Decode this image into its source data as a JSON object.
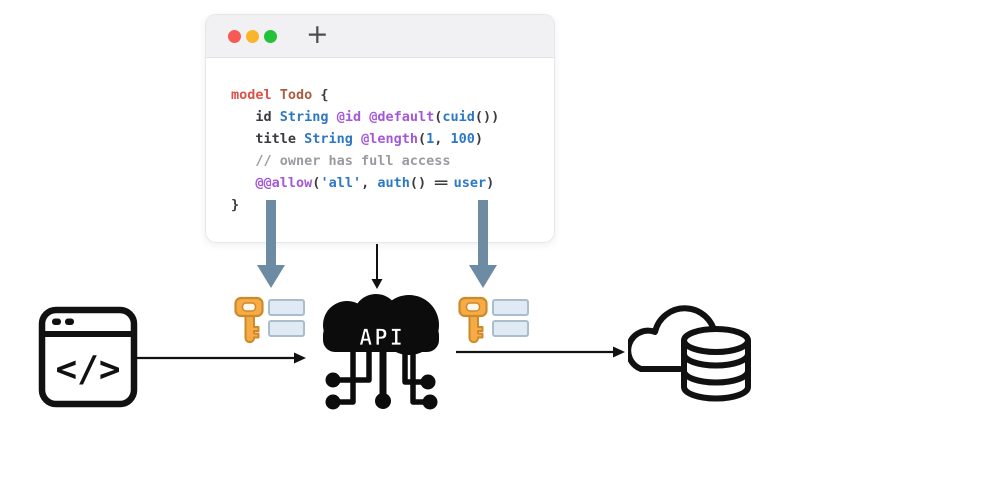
{
  "code_window": {
    "traffic_lights": {
      "close": "#f65a54",
      "minimize": "#f9b52c",
      "zoom": "#24c238"
    },
    "new_tab_label": "+",
    "code_lines": [
      [
        [
          "kw",
          "model"
        ],
        [
          "pl",
          " "
        ],
        [
          "ty",
          "Todo"
        ],
        [
          "pl",
          " {"
        ]
      ],
      [
        [
          "pl",
          "   id "
        ],
        [
          "bl",
          "String"
        ],
        [
          "pl",
          " "
        ],
        [
          "pu",
          "@id"
        ],
        [
          "pl",
          " "
        ],
        [
          "pu",
          "@default"
        ],
        [
          "pl",
          "("
        ],
        [
          "bl",
          "cuid"
        ],
        [
          "pl",
          "())"
        ]
      ],
      [
        [
          "pl",
          "   title "
        ],
        [
          "bl",
          "String"
        ],
        [
          "pl",
          " "
        ],
        [
          "pu",
          "@length"
        ],
        [
          "pl",
          "("
        ],
        [
          "bl",
          "1"
        ],
        [
          "pl",
          ", "
        ],
        [
          "bl",
          "100"
        ],
        [
          "pl",
          ")"
        ]
      ],
      [
        [
          "cm",
          "   // owner has full access"
        ]
      ],
      [
        [
          "pl",
          "   "
        ],
        [
          "pu",
          "@@allow"
        ],
        [
          "pl",
          "("
        ],
        [
          "bl",
          "'all'"
        ],
        [
          "pl",
          ", "
        ],
        [
          "bl",
          "auth"
        ],
        [
          "pl",
          "() "
        ],
        [
          "op",
          "=="
        ],
        [
          "pl",
          " "
        ],
        [
          "bl",
          "user"
        ],
        [
          "pl",
          ")"
        ]
      ],
      [
        [
          "pl",
          "}"
        ]
      ]
    ]
  },
  "syntax_colors": {
    "kw": "#dd5147",
    "ty": "#ac5d41",
    "bl": "#2d78c4",
    "pu": "#a458d8",
    "cm": "#9a9aa0",
    "pl": "#3a3a3e",
    "op": "#3a3a3e"
  },
  "icons": {
    "client_app": {
      "glyph": "</>",
      "semantic": "code-browser-window-icon"
    },
    "api_gateway": {
      "label": "API",
      "semantic": "api-circuit-cloud-icon"
    },
    "access_key_left": {
      "semantic": "key-credentials-icon"
    },
    "access_key_right": {
      "semantic": "key-credentials-icon"
    },
    "cloud_database": {
      "semantic": "cloud-database-icon"
    }
  },
  "arrows": {
    "thick_color": "#6d8ba2",
    "thin_color": "#111111"
  },
  "key_icon_colors": {
    "key_fill": "#f6ab44",
    "key_stroke": "#cd8a2d",
    "card_fill": "#dfeaf4",
    "card_stroke": "#a9bdcb"
  }
}
